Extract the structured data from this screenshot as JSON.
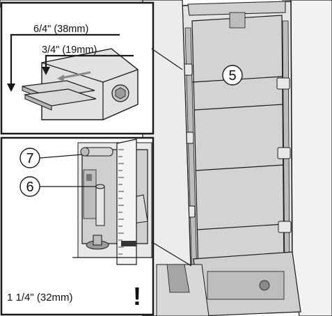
{
  "top_inset": {
    "dim_a": "6/4\" (38mm)",
    "dim_b": "3/4\" (19mm)"
  },
  "callouts": {
    "c5": "5",
    "c6": "6",
    "c7": "7"
  },
  "bottom_note": {
    "dim": "1 1/4\" (32mm)",
    "mark": "!"
  },
  "colors": {
    "line": "#1a1a1a",
    "panel_gray": "#d2d2d2",
    "panel_light": "#eeeeee",
    "accent_dark": "#555555"
  }
}
